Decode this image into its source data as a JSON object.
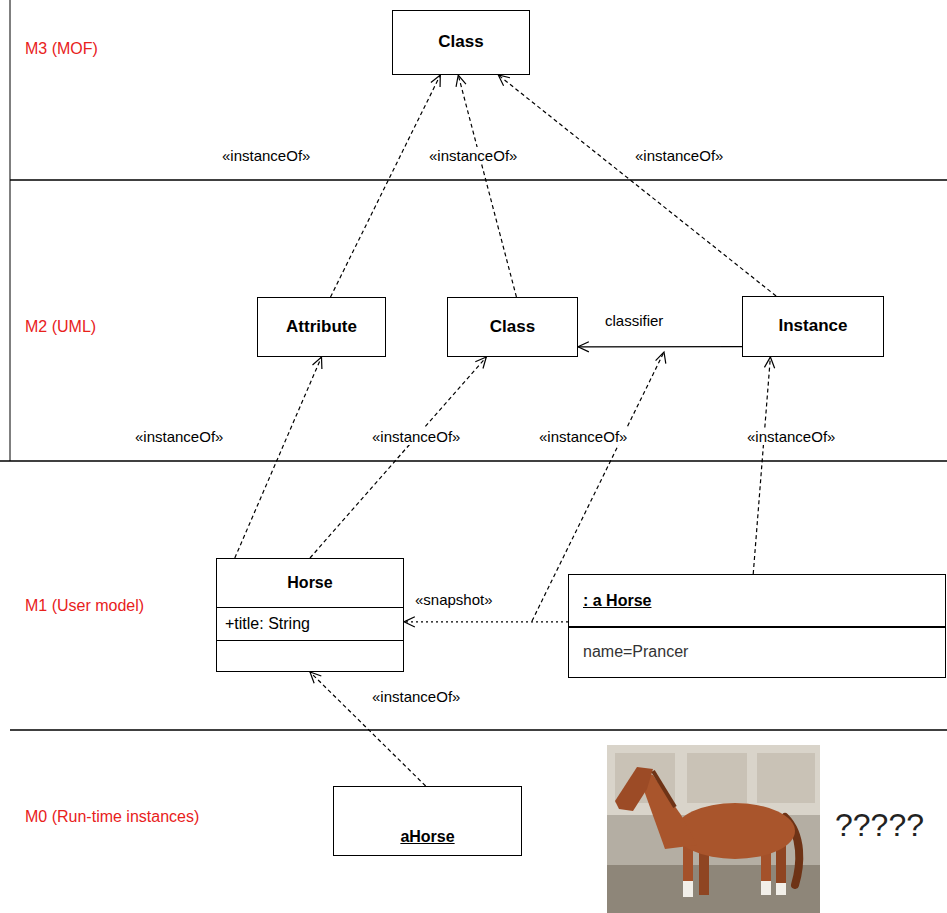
{
  "diagram": {
    "nodes": [
      {
        "text": [
          "Class"
        ]
      },
      {
        "text": [
          "Attribute"
        ]
      },
      {
        "text": [
          "Class"
        ]
      },
      {
        "text": [
          "Instance"
        ]
      },
      {
        "text": [
          "Horse",
          "+title: String"
        ]
      },
      {
        "text": [
          ": a Horse",
          "name=Prancer"
        ]
      },
      {
        "text": [
          "aHorse"
        ]
      }
    ],
    "edges": [
      {
        "from": 1,
        "to": 0,
        "arrow": "to",
        "label": "«instanceOf»"
      },
      {
        "from": 2,
        "to": 0,
        "arrow": "to",
        "label": "«instanceOf»"
      },
      {
        "from": 3,
        "to": 0,
        "arrow": "to",
        "label": "«instanceOf»"
      },
      {
        "from": 3,
        "to": 2,
        "arrow": "to",
        "label": "classifier"
      },
      {
        "from": 4,
        "to": 1,
        "arrow": "to",
        "label": "«instanceOf»"
      },
      {
        "from": 4,
        "to": 2,
        "arrow": "to",
        "label": "«instanceOf»"
      },
      {
        "from": 5,
        "to": 3,
        "arrow": "to",
        "label": "«instanceOf»"
      },
      {
        "from": 5,
        "to": 4,
        "arrow": "to",
        "label": "«snapshot»"
      },
      {
        "from": 6,
        "to": 4,
        "arrow": "to",
        "label": "«instanceOf»"
      }
    ],
    "labels": [
      "M3 (MOF)",
      "M2 (UML)",
      "M1 (User model)",
      "M0 (Run-time instances)",
      "«instanceOf»",
      "?????"
    ]
  }
}
